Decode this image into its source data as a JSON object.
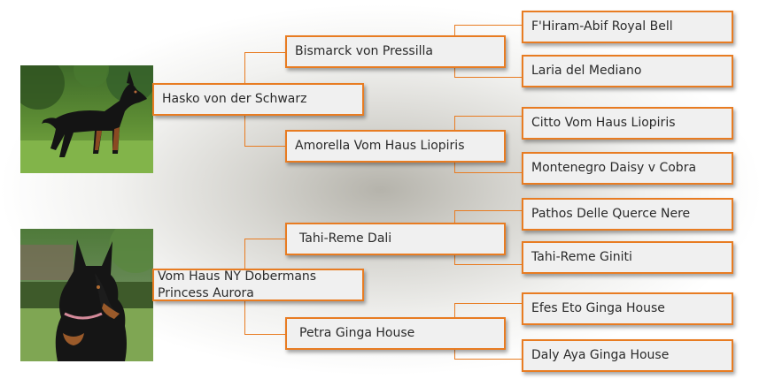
{
  "pedigree": {
    "dogs": [
      {
        "name": "Hasko von der Schwarz",
        "sire": {
          "name": "Bismarck von Pressilla",
          "sire": "F'Hiram-Abif Royal Bell",
          "dam": "Laria del Mediano"
        },
        "dam": {
          "name": "Amorella Vom Haus Liopiris",
          "sire": "Citto Vom Haus Liopiris",
          "dam": "Montenegro Daisy v Cobra"
        }
      },
      {
        "name_line1": "Vom Haus NY Dobermans",
        "name_line2": "Princess Aurora",
        "sire": {
          "name": "Tahi-Reme Dali",
          "sire": "Pathos Delle Querce Nere",
          "dam": "Tahi-Reme Giniti"
        },
        "dam": {
          "name": "Petra Ginga House",
          "sire": "Efes Eto Ginga House",
          "dam": "Daly Aya Ginga House"
        }
      }
    ]
  },
  "colors": {
    "connector": "#e87c22",
    "box_fill": "#f0f0f0"
  },
  "icons": [
    "doberman-standing-photo",
    "doberman-portrait-photo"
  ]
}
